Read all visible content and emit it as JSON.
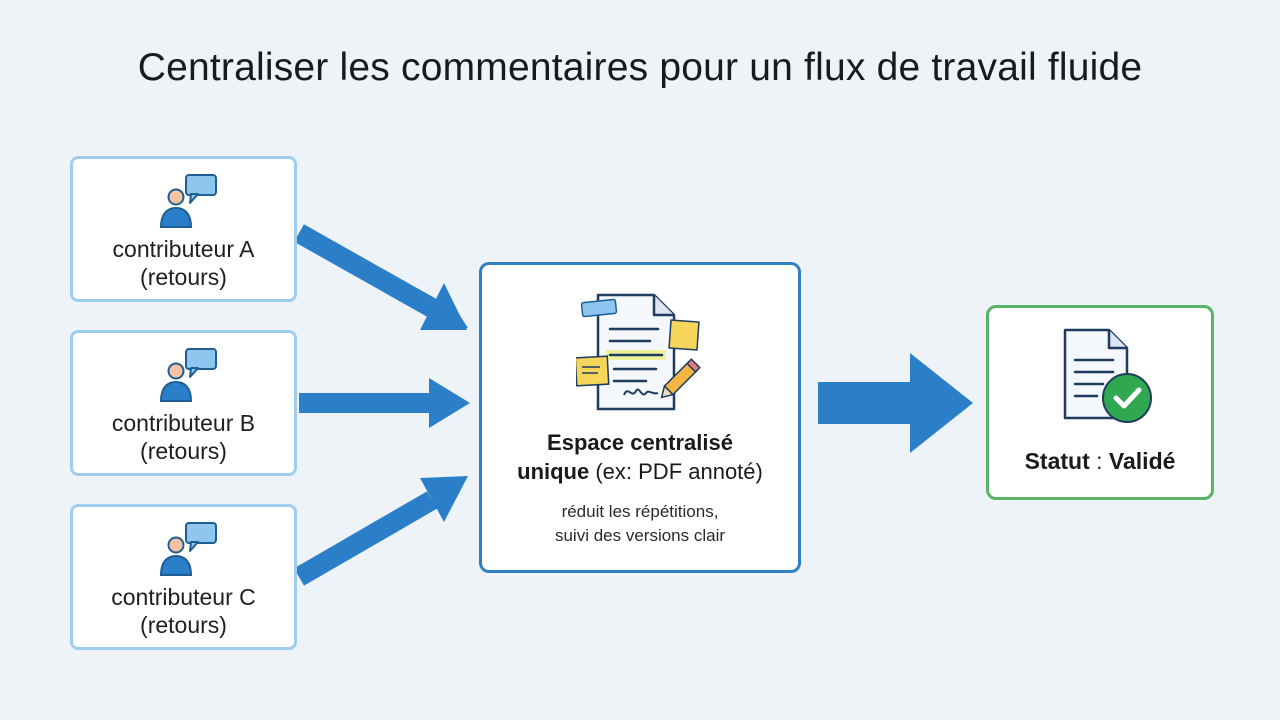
{
  "title": "Centraliser les commentaires pour un flux de travail fluide",
  "contributors": [
    {
      "name": "contributeur A",
      "detail": "(retours)"
    },
    {
      "name": "contributeur B",
      "detail": "(retours)"
    },
    {
      "name": "contributeur C",
      "detail": "(retours)"
    }
  ],
  "central": {
    "title_bold": "Espace centralisé",
    "title_bold2": "unique",
    "title_rest": " (ex: PDF annoté)",
    "subtitle_line1": "réduit les répétitions,",
    "subtitle_line2": "suivi des versions clair"
  },
  "status": {
    "label": "Statut",
    "separator": " : ",
    "value": "Validé"
  },
  "colors": {
    "arrow": "#2a7fc8",
    "contributor_border": "#9fcdee",
    "central_border": "#2f7fc3",
    "status_border": "#5ab367",
    "check": "#2fa84f"
  }
}
